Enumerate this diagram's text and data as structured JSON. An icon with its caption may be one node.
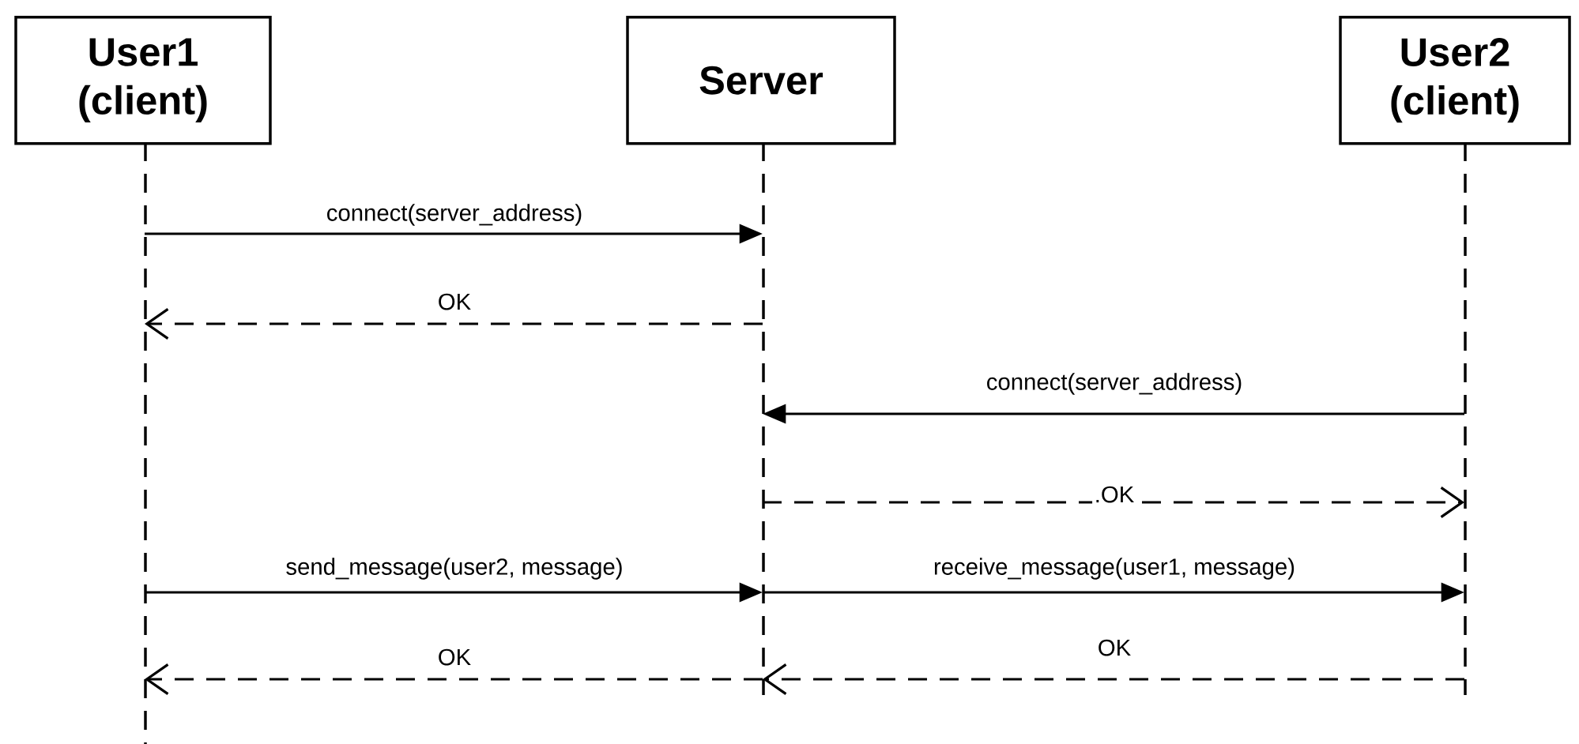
{
  "diagram": {
    "nodes": [
      {
        "text": [
          "User1 (client)"
        ]
      },
      {
        "text": [
          "Server"
        ]
      },
      {
        "text": [
          "User2 (client)"
        ]
      }
    ],
    "edges": [
      {
        "from": 0,
        "to": 1,
        "arrow": "to",
        "label": "connect(server_address)"
      },
      {
        "from": 1,
        "to": 0,
        "arrow": "to",
        "label": "OK",
        "style": "dashed"
      },
      {
        "from": 2,
        "to": 1,
        "arrow": "to",
        "label": "connect(server_address)"
      },
      {
        "from": 1,
        "to": 2,
        "arrow": "to",
        "label": ".OK",
        "style": "dashed"
      },
      {
        "from": 0,
        "to": 1,
        "arrow": "to",
        "label": "send_message(user2, message)"
      },
      {
        "from": 1,
        "to": 2,
        "arrow": "to",
        "label": "receive_message(user1, message)"
      },
      {
        "from": 1,
        "to": 0,
        "arrow": "to",
        "label": "OK",
        "style": "dashed"
      },
      {
        "from": 2,
        "to": 1,
        "arrow": "to",
        "label": "OK",
        "style": "dashed"
      }
    ]
  }
}
